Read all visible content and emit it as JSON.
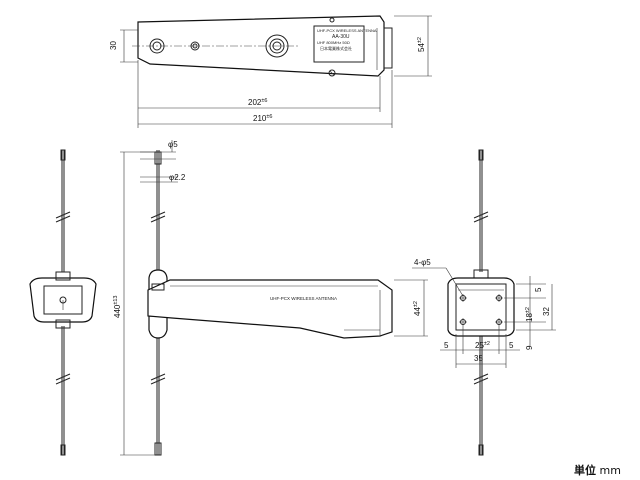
{
  "top_view": {
    "dim_width": "30",
    "dim_height": "54",
    "dim_height_tol": "±2",
    "dim_length_inner": "202",
    "dim_length_inner_tol": "±6",
    "dim_length_outer": "210",
    "dim_length_outer_tol": "±6",
    "plate_line1": "UHF-PCX WIRELESS ANTENNA",
    "plate_line2": "AA-30U",
    "plate_line3": "UHF 800MHz  50Ω",
    "plate_line4": "日本電業株式会社"
  },
  "side_view": {
    "dim_rod_dia": "φ5",
    "dim_wire_dia": "φ2.2",
    "dim_total_length": "440",
    "dim_total_length_tol": "±13",
    "dim_body_height": "44",
    "dim_body_height_tol": "±2",
    "body_label": "UHF-PCX WIRELESS ANTENNA"
  },
  "rear_view": {
    "hole_callout": "4-φ5",
    "dim_top_gap": "5",
    "dim_hole_pitch_v": "18",
    "dim_hole_pitch_v_tol": "±2",
    "dim_plate_h": "32",
    "dim_bottom_gap": "9",
    "dim_left_gap": "5",
    "dim_hole_pitch_h": "25",
    "dim_hole_pitch_h_tol": "±2",
    "dim_right_gap": "5",
    "dim_plate_w": "35"
  },
  "unit_label": {
    "prefix": "単位",
    "unit": "mm"
  }
}
